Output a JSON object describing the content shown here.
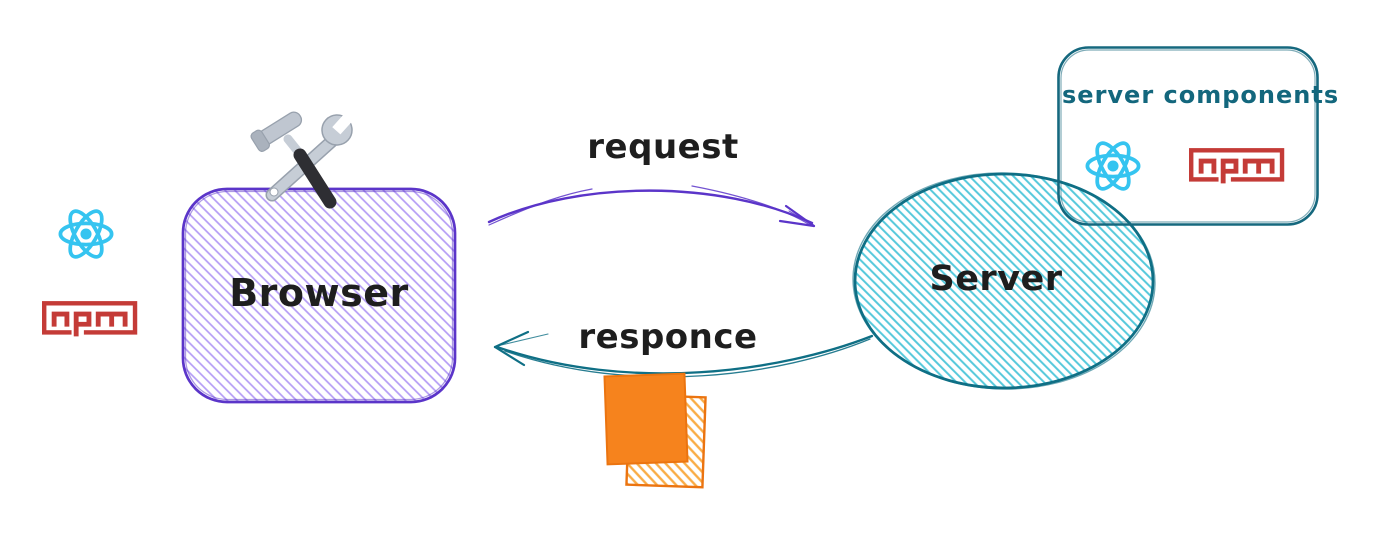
{
  "nodes": {
    "browser": {
      "label": "Browser"
    },
    "server": {
      "label": "Server"
    },
    "server_components": {
      "label": "server components"
    }
  },
  "edges": {
    "request": {
      "label": "request",
      "from": "Browser",
      "to": "Server"
    },
    "response": {
      "label": "responce",
      "from": "Server",
      "to": "Browser"
    }
  },
  "icons": {
    "left_react": "react-logo",
    "left_npm": "npm-logo",
    "browser_tools": "hammer-and-wrench-emoji",
    "box_react": "react-logo",
    "box_npm": "npm-logo",
    "response_payload": "orange-document-stack"
  },
  "colors": {
    "background": "#ffffff",
    "browser_stroke": "#5b35c9",
    "browser_hatch": "#b49cf5",
    "server_stroke": "#0f6f85",
    "server_hatch": "#54c8db",
    "request_arrow": "#5b35c9",
    "response_arrow": "#0f6f85",
    "label_text": "#1e1e1e",
    "components_text": "#13677d",
    "react_cyan": "#35c4f0",
    "npm_red": "#c43b37",
    "payload_orange_fill": "#f6831d",
    "payload_orange_stroke": "#eb7410",
    "payload_orange_hatch": "#f9ac45"
  }
}
